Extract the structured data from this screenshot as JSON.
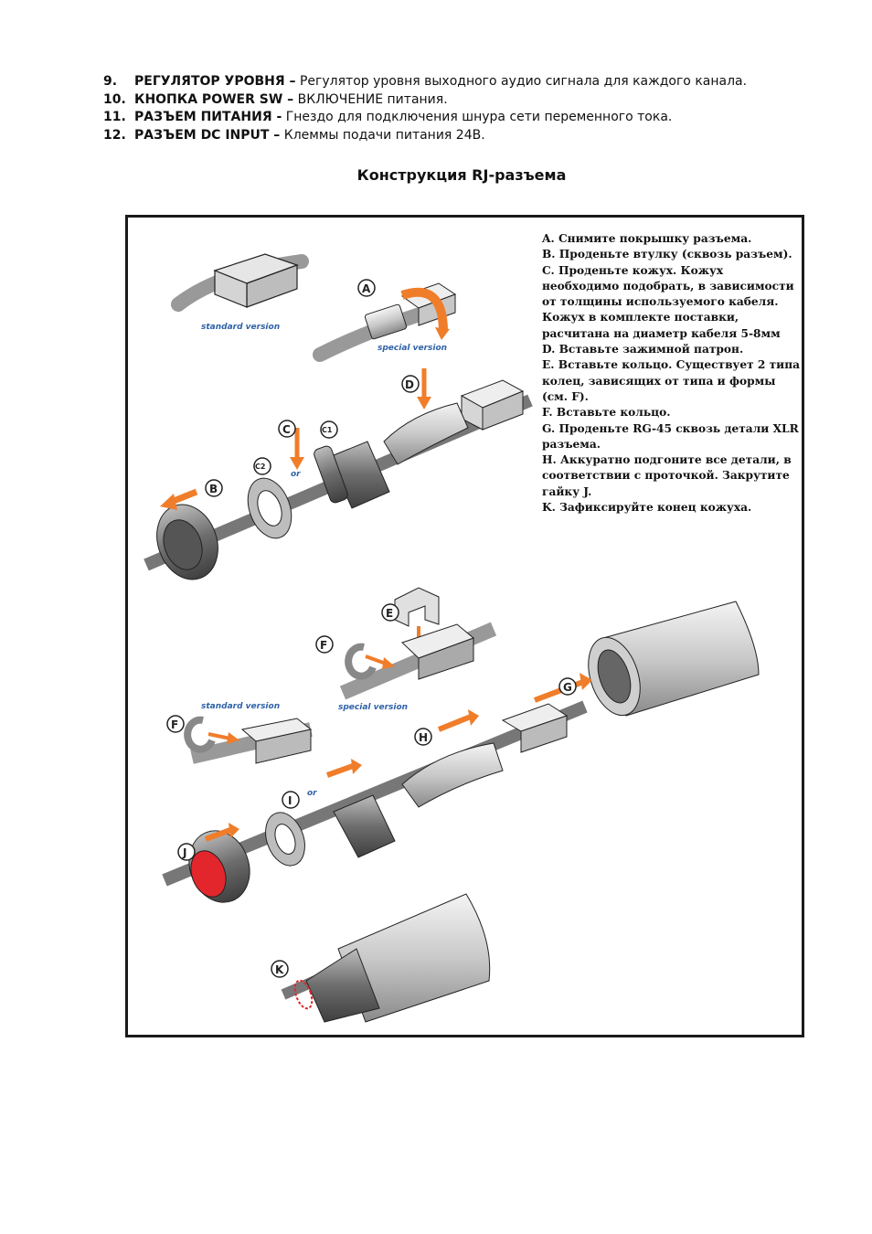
{
  "list": [
    {
      "num": "9.",
      "key": "РЕГУЛЯТОР УРОВНЯ –",
      "text": " Регулятор уровня выходного аудио сигнала для каждого канала."
    },
    {
      "num": "10.",
      "key": "КНОПКА POWER SW –",
      "text": " ВКЛЮЧЕНИЕ питания."
    },
    {
      "num": "11.",
      "key": "РАЗЪЕМ ПИТАНИЯ -",
      "text": " Гнездо для подключения шнура сети переменного тока."
    },
    {
      "num": "12.",
      "key": "РАЗЪЕМ DC INPUT –",
      "text": " Клеммы подачи питания 24В."
    }
  ],
  "section_title": "Конструкция RJ-разъема",
  "figure": {
    "steps": [
      "A. Снимите покрышку разъема.",
      "B. Проденьте втулку (сквозь разъем).",
      "C. Проденьте кожух. Кожух необходимо подобрать, в зависимости от толщины используемого кабеля. Кожух в комплекте поставки, расчитана на диаметр кабеля 5-8мм",
      "D. Вставьте зажимной патрон.",
      "E. Вставьте кольцо. Существует 2 типа колец, зависящих от типа и формы (см. F).",
      "F. Вставьте кольцо.",
      "G. Проденьте RG-45 сквозь детали XLR разъема.",
      "H. Аккуратно подгоните все детали, в соответствии с проточкой. Закрутите гайку J.",
      "K. Зафиксируйте конец кожуха."
    ],
    "captions": {
      "standard_top": "standard version",
      "special_top": "special version",
      "standard_mid": "standard version",
      "special_mid": "special version",
      "or1": "or",
      "or2": "or"
    },
    "labels": {
      "a": "A",
      "b": "B",
      "c": "C",
      "c1": "C1",
      "c2": "C2",
      "d": "D",
      "e": "E",
      "f1": "F",
      "f2": "F",
      "g": "G",
      "h": "H",
      "i": "I",
      "j": "J",
      "k": "K"
    },
    "accent_color": "#f07d2a",
    "ring_color": "#e2262c",
    "caption_color": "#2f62a8"
  }
}
